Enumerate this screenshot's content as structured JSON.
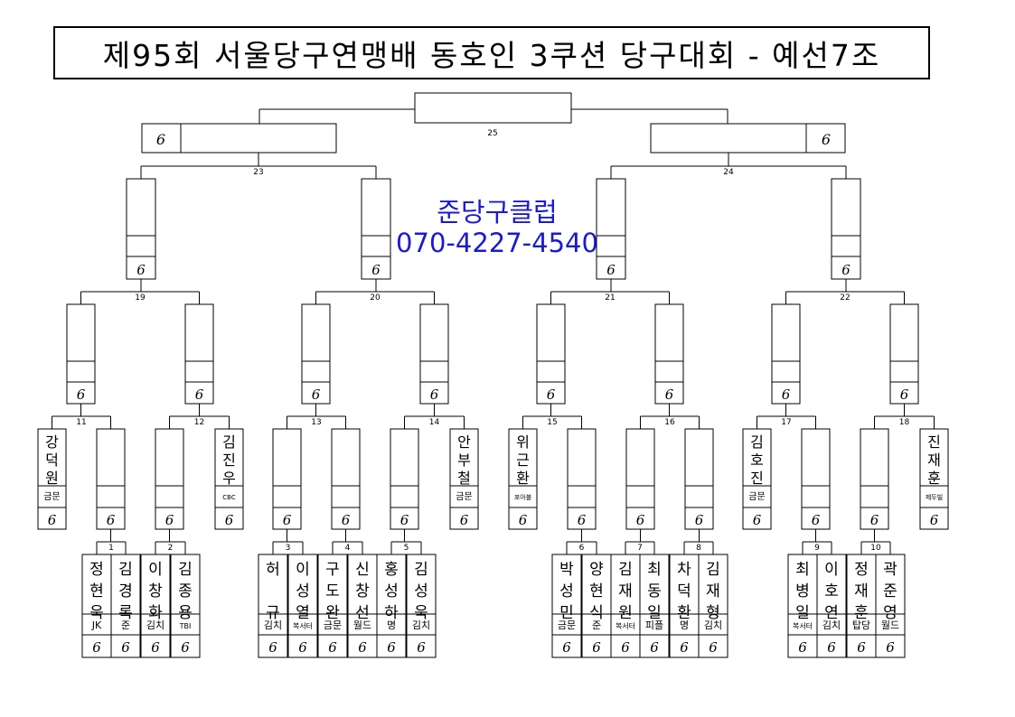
{
  "title": "제95회 서울당구연맹배 동호인 3쿠션 당구대회 - 예선7조",
  "club": {
    "name": "준당구클럽",
    "phone": "070-4227-4540"
  },
  "score_mark": "6",
  "match_numbers": {
    "m1": "1",
    "m2": "2",
    "m3": "3",
    "m4": "4",
    "m5": "5",
    "m6": "6",
    "m7": "7",
    "m8": "8",
    "m9": "9",
    "m10": "10",
    "m11": "11",
    "m12": "12",
    "m13": "13",
    "m14": "14",
    "m15": "15",
    "m16": "16",
    "m17": "17",
    "m18": "18",
    "m19": "19",
    "m20": "20",
    "m21": "21",
    "m22": "22",
    "m23": "23",
    "m24": "24",
    "m25": "25"
  },
  "r1_players": [
    {
      "name": "정현욱",
      "club": "JK"
    },
    {
      "name": "김경록",
      "club": "준"
    },
    {
      "name": "이창화",
      "club": "김치"
    },
    {
      "name": "김종용",
      "club": "TBI"
    },
    {
      "name": "허 규",
      "club": "김치"
    },
    {
      "name": "이성열",
      "club": "복서터"
    },
    {
      "name": "구도완",
      "club": "금문"
    },
    {
      "name": "신창선",
      "club": "월드"
    },
    {
      "name": "홍성하",
      "club": "명"
    },
    {
      "name": "김성욱",
      "club": "김치"
    },
    {
      "name": "박성민",
      "club": "금문"
    },
    {
      "name": "양현식",
      "club": "준"
    },
    {
      "name": "김재원",
      "club": "복서터"
    },
    {
      "name": "최동일",
      "club": "피플"
    },
    {
      "name": "차덕환",
      "club": "명"
    },
    {
      "name": "김재형",
      "club": "김치"
    },
    {
      "name": "최병일",
      "club": "복서터"
    },
    {
      "name": "이호연",
      "club": "김치"
    },
    {
      "name": "정재훈",
      "club": "탑당"
    },
    {
      "name": "곽준영",
      "club": "월드"
    }
  ],
  "r2_seeded": [
    {
      "name": "강덕원",
      "club": "금문"
    },
    {
      "name": "김진우",
      "club": "CBC"
    },
    {
      "name": "안부철",
      "club": "금문"
    },
    {
      "name": "위근환",
      "club": "포아블"
    },
    {
      "name": "김호진",
      "club": "금문"
    },
    {
      "name": "진재훈",
      "club": "제두빌"
    }
  ]
}
